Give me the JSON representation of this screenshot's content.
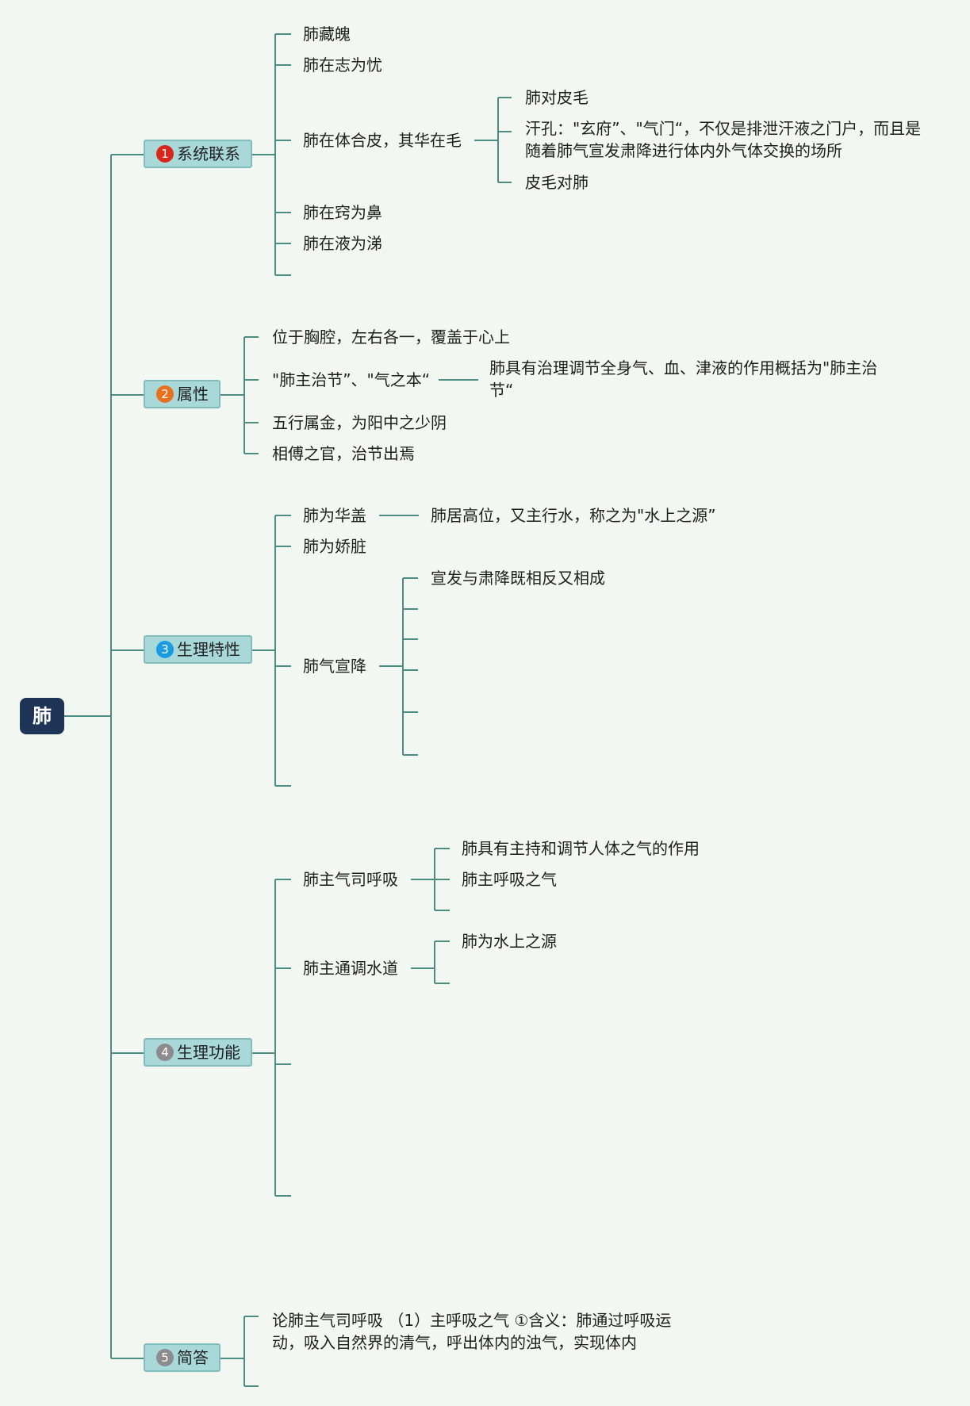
{
  "root": {
    "label": "肺"
  },
  "branches": [
    {
      "num": "1",
      "color": "#d9261c",
      "label": "系统联系"
    },
    {
      "num": "2",
      "color": "#e8701f",
      "label": "属性"
    },
    {
      "num": "3",
      "color": "#1b9ce2",
      "label": "生理特性"
    },
    {
      "num": "4",
      "color": "#8c8c8c",
      "label": "生理功能"
    },
    {
      "num": "5",
      "color": "#8c8c8c",
      "label": "简答"
    }
  ],
  "b1": {
    "items": [
      "肺藏魄",
      "肺在志为忧",
      "肺在体合皮，其华在毛",
      "肺在窍为鼻",
      "肺在液为涕"
    ],
    "skin": [
      "肺对皮毛",
      "汗孔：\"玄府”、\"气门“，不仅是排泄汗液之门户，而且是随着肺气宣发肃降进行体内外气体交换的场所",
      "皮毛对肺"
    ]
  },
  "b2": {
    "items": [
      "位于胸腔，左右各一，覆盖于心上",
      "\"肺主治节”、\"气之本“",
      "五行属金，为阳中之少阴",
      "相傅之官，治节出焉"
    ],
    "detail": "肺具有治理调节全身气、血、津液的作用概括为\"肺主治节“"
  },
  "b3": {
    "items": [
      "肺为华盖",
      "肺为娇脏",
      "肺气宣降"
    ],
    "huagai": "肺居高位，又主行水，称之为\"水上之源”",
    "xuanjiang": "宣发与肃降既相反又相成"
  },
  "b4": {
    "items": [
      "肺主气司呼吸",
      "肺主通调水道"
    ],
    "huxi": [
      "肺具有主持和调节人体之气的作用",
      "肺主呼吸之气"
    ],
    "shuidao": "肺为水上之源"
  },
  "b5": {
    "text": "论肺主气司呼吸 （1）主呼吸之气 ①含义：肺通过呼吸运动，吸入自然界的清气，呼出体内的浊气，实现体内"
  }
}
